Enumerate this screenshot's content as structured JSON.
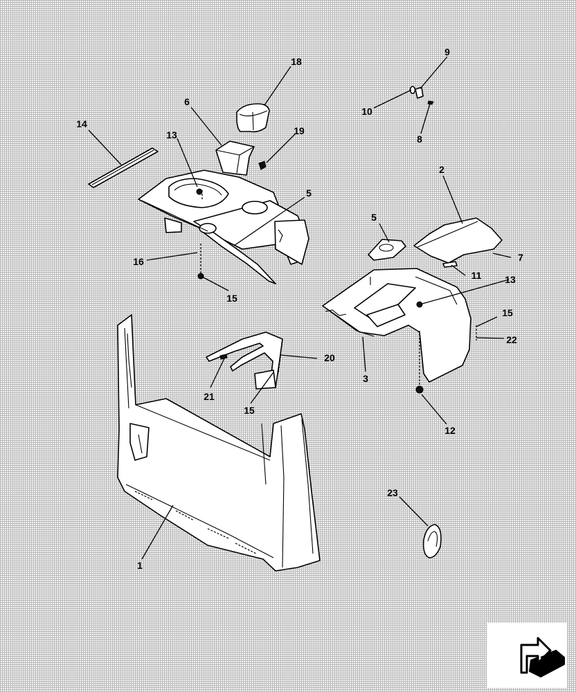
{
  "diagram": {
    "callouts": [
      {
        "id": "c1",
        "label": "1"
      },
      {
        "id": "c2",
        "label": "2"
      },
      {
        "id": "c3",
        "label": "3"
      },
      {
        "id": "c5a",
        "label": "5"
      },
      {
        "id": "c5b",
        "label": "5"
      },
      {
        "id": "c6",
        "label": "6"
      },
      {
        "id": "c7",
        "label": "7"
      },
      {
        "id": "c8",
        "label": "8"
      },
      {
        "id": "c9",
        "label": "9"
      },
      {
        "id": "c10",
        "label": "10"
      },
      {
        "id": "c11",
        "label": "11"
      },
      {
        "id": "c12",
        "label": "12"
      },
      {
        "id": "c13a",
        "label": "13"
      },
      {
        "id": "c13b",
        "label": "13"
      },
      {
        "id": "c14",
        "label": "14"
      },
      {
        "id": "c15a",
        "label": "15"
      },
      {
        "id": "c15b",
        "label": "15"
      },
      {
        "id": "c15c",
        "label": "15"
      },
      {
        "id": "c16",
        "label": "16"
      },
      {
        "id": "c18",
        "label": "18"
      },
      {
        "id": "c19",
        "label": "19"
      },
      {
        "id": "c20",
        "label": "20"
      },
      {
        "id": "c21",
        "label": "21"
      },
      {
        "id": "c22",
        "label": "22"
      },
      {
        "id": "c23",
        "label": "23"
      }
    ]
  },
  "navigation": {
    "icon": "next-page-arrow-icon"
  },
  "colors": {
    "grid_line": "#b9b9b9",
    "background": "#f4f4f4",
    "line": "#000000"
  }
}
